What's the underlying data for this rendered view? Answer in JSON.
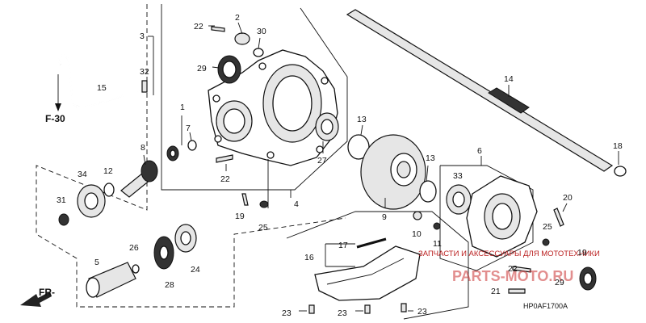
{
  "labels": {
    "p1": "1",
    "p2": "2",
    "p3": "3",
    "p4": "4",
    "p5": "5",
    "p6": "6",
    "p7": "7",
    "p8": "8",
    "p9": "9",
    "p10": "10",
    "p11": "11",
    "p12": "12",
    "p13a": "13",
    "p13b": "13",
    "p14": "14",
    "p15": "15",
    "p16": "16",
    "p17": "17",
    "p18": "18",
    "p19a": "19",
    "p19b": "19",
    "p20": "20",
    "p21": "21",
    "p22a": "22",
    "p22b": "22",
    "p22c": "22",
    "p23a": "23",
    "p23b": "23",
    "p23c": "23",
    "p24": "24",
    "p25a": "25",
    "p25b": "25",
    "p26": "26",
    "p27": "27",
    "p28": "28",
    "p29a": "29",
    "p29b": "29",
    "p30": "30",
    "p31": "31",
    "p32": "32",
    "p33": "33",
    "p34": "34"
  },
  "refs": {
    "f30": "F-30",
    "front": "FR-"
  },
  "diagram_code": "HP0AF1700A",
  "watermark": "ЗАПЧАСТИ И АКСЕССУАРЫ ДЛЯ МОТОТЕХНИКИ",
  "watermark_logo": "PARTS-MOTO.RU"
}
